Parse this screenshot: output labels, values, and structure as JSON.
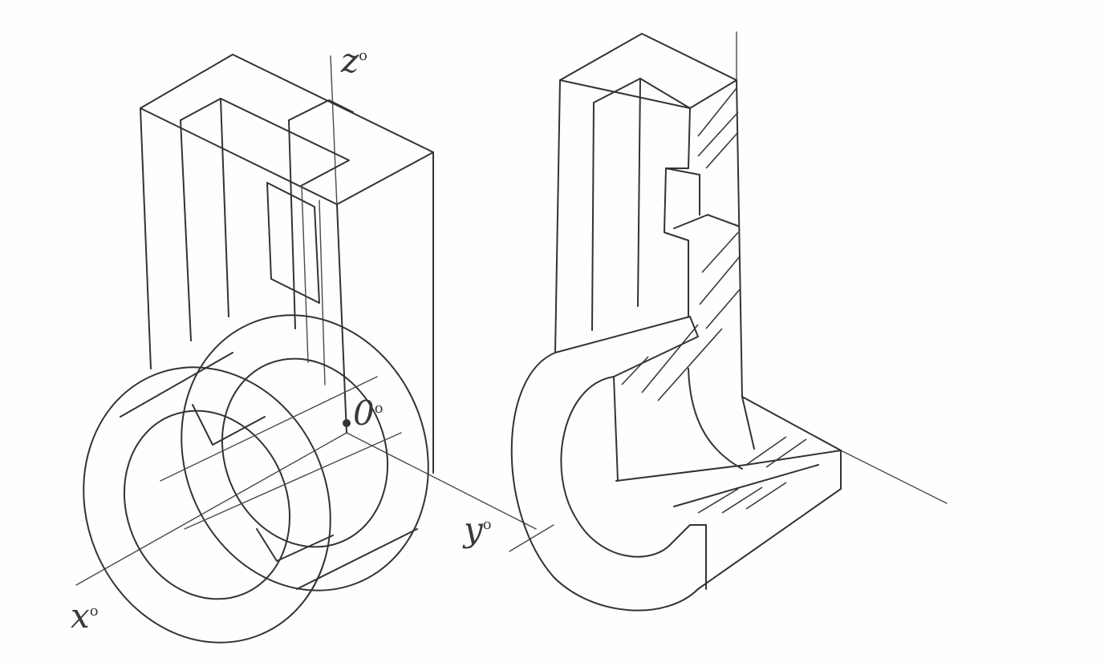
{
  "diagram": {
    "axis_labels": {
      "z": "z",
      "x": "x",
      "y": "y",
      "origin": "0",
      "superscript": "o"
    },
    "ink_color": "#333333",
    "figures": [
      "wireframe-isometric-part",
      "sectioned-isometric-part"
    ]
  }
}
